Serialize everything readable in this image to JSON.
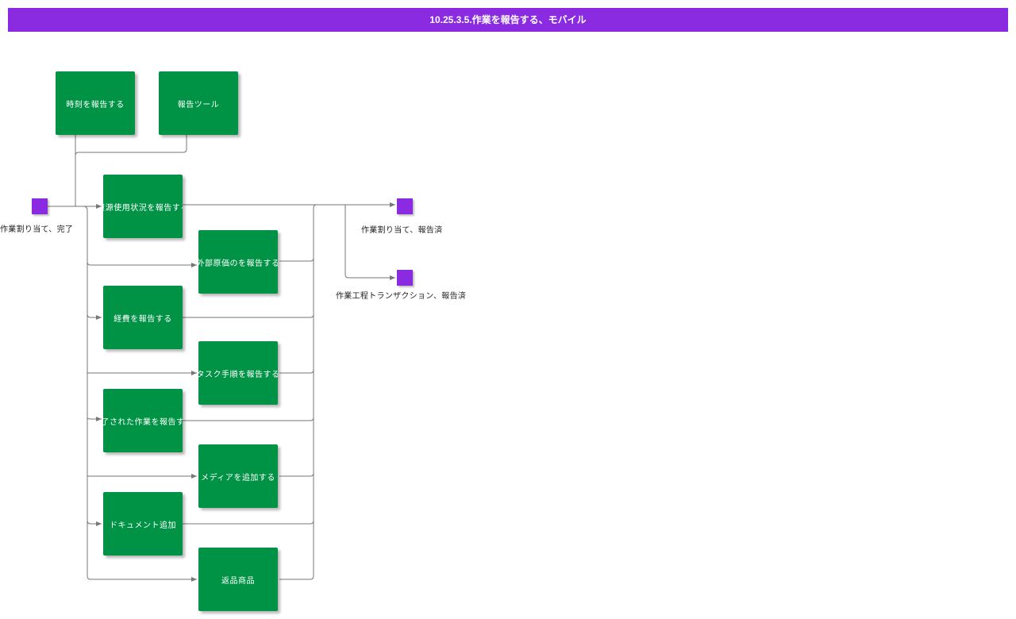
{
  "title": "10.25.3.5.作業を報告する、モバイル",
  "colors": {
    "header": "#8a2be2",
    "task": "#009245",
    "state": "#8a2be2",
    "connector": "#777777"
  },
  "tasks": {
    "report_time": "時刻を報告する",
    "report_tools": "報告ツール",
    "report_resource_usage": "資源使用状況を報告する",
    "report_external_cost": "外部原価のを報告する",
    "report_expenses": "経費を報告する",
    "report_task_steps": "タスク手順を報告する",
    "report_completed_work": "完了された作業を報告する",
    "add_media": "メディアを追加する",
    "add_document": "ドキュメント追加",
    "returned_items": "返品商品"
  },
  "states": {
    "start": "作業割り当て、完了",
    "end_assignment": "作業割り当て、報告済",
    "end_transaction": "作業工程トランザクション、報告済"
  }
}
